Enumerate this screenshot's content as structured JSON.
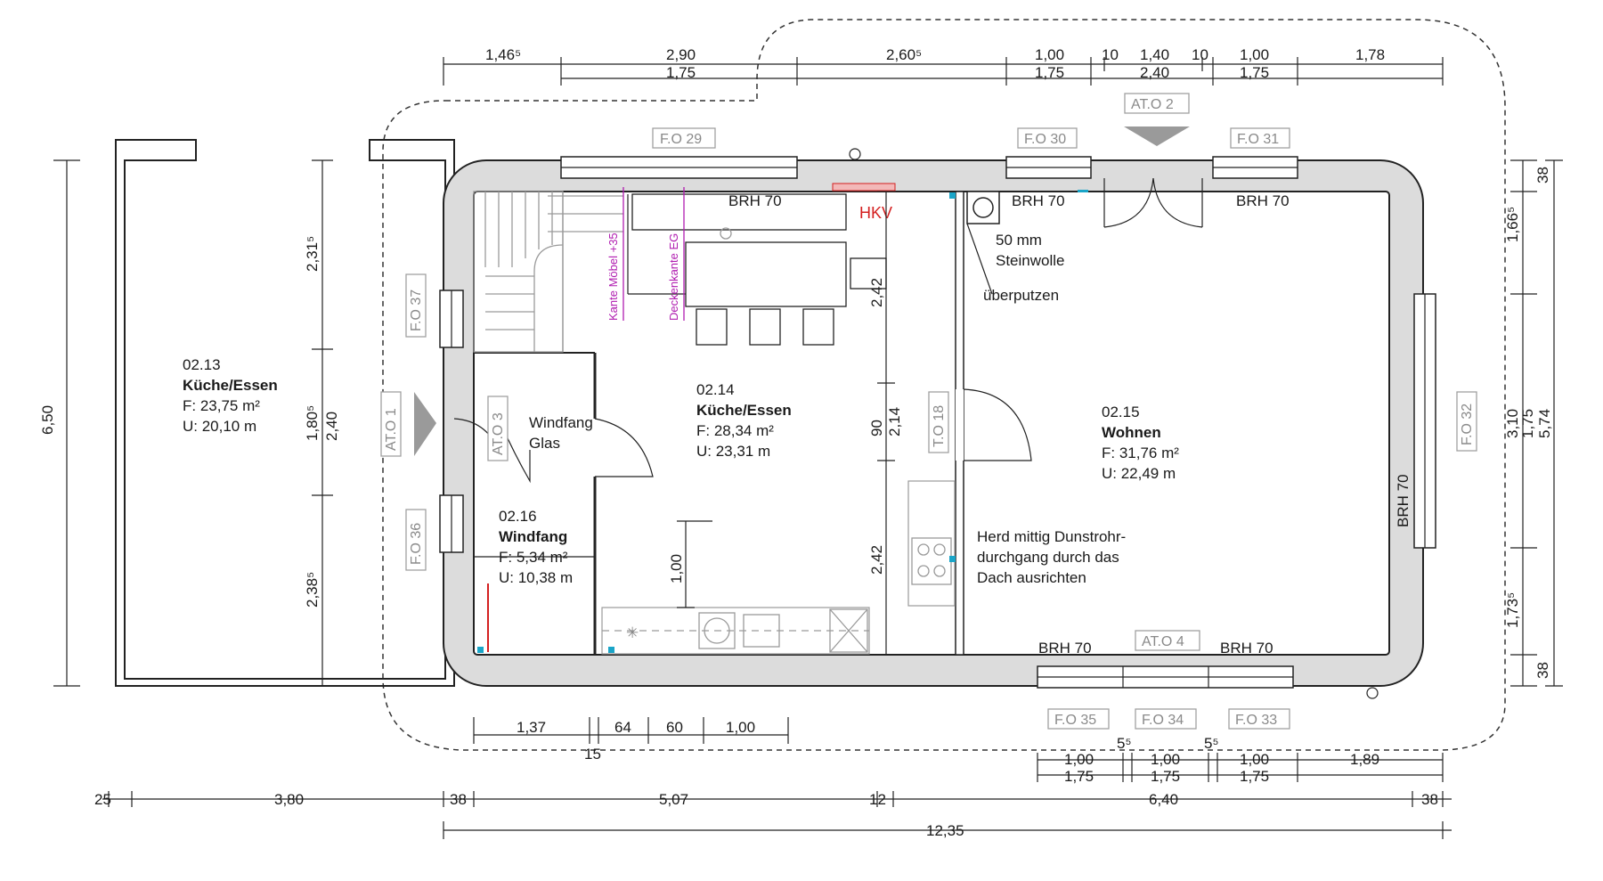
{
  "dims_top_outer": [
    "1,46⁵",
    "2,90",
    "2,60⁵",
    "1,00",
    "10",
    "1,40",
    "10",
    "1,00",
    "1,78"
  ],
  "dims_top_inner": [
    "1,75",
    "1,75",
    "2,40",
    "1,75"
  ],
  "dims_bottom_a": [
    "1,37",
    "64",
    "60",
    "1,00",
    "15"
  ],
  "dims_bottom_b": [
    "5⁵",
    "5⁵",
    "1,00",
    "1,00",
    "1,00",
    "1,89",
    "1,75",
    "1,75",
    "1,75"
  ],
  "dims_bottom_c": [
    "25",
    "3,80",
    "38",
    "5,07",
    "12",
    "6,40",
    "38"
  ],
  "dims_bottom_total": "12,35",
  "dims_left": [
    "6,50",
    "2,31⁵",
    "1,80⁵",
    "2,40",
    "2,38⁵"
  ],
  "dims_right": [
    "38",
    "1,66⁵",
    "3,10",
    "1,75",
    "5,74",
    "1,73⁵",
    "38"
  ],
  "dims_mid": [
    "2,42",
    "90",
    "2,14",
    "2,42",
    "1,00"
  ],
  "tags": [
    "F.O 29",
    "F.O 30",
    "AT.O 2",
    "F.O 31",
    "F.O 37",
    "AT.O 1",
    "AT.O 3",
    "T.O 18",
    "F.O 32",
    "F.O 36",
    "AT.O 4",
    "F.O 35",
    "F.O 34",
    "F.O 33"
  ],
  "labels": {
    "brh": "BRH 70",
    "hkv": "HKV",
    "insulation_1": "50 mm",
    "insulation_2": "Steinwolle",
    "plaster": "überputzen",
    "windfang_glas_1": "Windfang",
    "windfang_glas_2": "Glas",
    "kante": "Kante Möbel +35",
    "deckenkante": "Deckenkante EG",
    "herd_1": "Herd mittig Dunstrohr-",
    "herd_2": "durchgang durch das",
    "herd_3": "Dach ausrichten"
  },
  "rooms": {
    "r213": {
      "num": "02.13",
      "name": "Küche/Essen",
      "area": "F: 23,75 m²",
      "perim": "U: 20,10 m"
    },
    "r214": {
      "num": "02.14",
      "name": "Küche/Essen",
      "area": "F: 28,34 m²",
      "perim": "U: 23,31 m"
    },
    "r215": {
      "num": "02.15",
      "name": "Wohnen",
      "area": "F: 31,76 m²",
      "perim": "U: 22,49 m"
    },
    "r216": {
      "num": "02.16",
      "name": "Windfang",
      "area": "F: 5,34 m²",
      "perim": "U: 10,38 m"
    }
  },
  "colors": {
    "wall_fill": "#dcdcdc",
    "line": "#222222",
    "tag_grey": "#8a8a8a",
    "hkv_red": "#d42020",
    "magenta": "#b01cb0",
    "cyan_marker": "#1aa5c8"
  }
}
